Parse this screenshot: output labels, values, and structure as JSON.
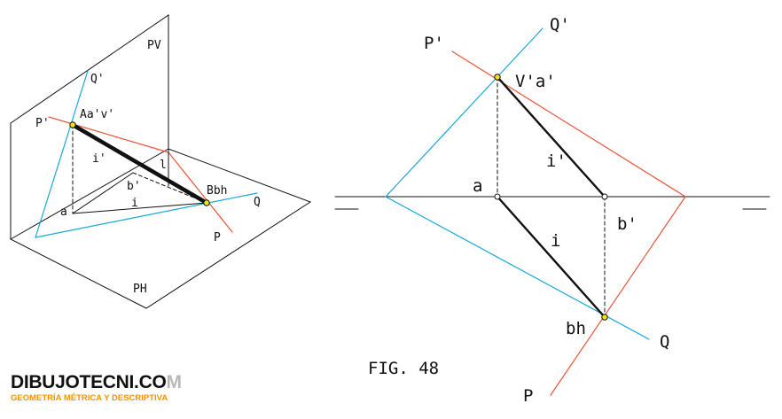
{
  "left_figure": {
    "labels": {
      "pv": "PV",
      "ph": "PH",
      "q_prime": "Q'",
      "p_prime": "P'",
      "a_av": "Aa'v'",
      "i_prime": "i'",
      "l": "l",
      "b_prime": "b'",
      "b_bh": "Bbh",
      "q": "Q",
      "i": "i",
      "a": "a",
      "p": "P"
    }
  },
  "right_figure": {
    "labels": {
      "q_prime": "Q'",
      "p_prime": "P'",
      "va": "V'a'",
      "i_prime": "i'",
      "a": "a",
      "b_prime": "b'",
      "i": "i",
      "bh": "bh",
      "q": "Q",
      "p": "P"
    },
    "caption": "FIG. 48"
  },
  "brand": {
    "name_main": "DIBUJOTECNI.CO",
    "name_end": "M",
    "tagline": "GEOMETRÍA MÉTRICA Y DESCRIPTIVA"
  },
  "colors": {
    "cyan": "#1aa8d6",
    "orange_red": "#e8553a",
    "point_yellow": "#f7e11a",
    "brand_orange": "#f29400"
  }
}
